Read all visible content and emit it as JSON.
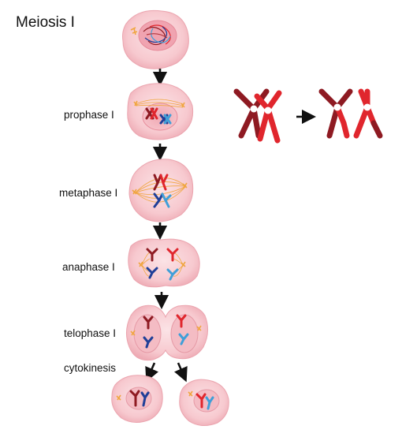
{
  "title": "Meiosis I",
  "stages": {
    "prophase": "prophase I",
    "metaphase": "metaphase I",
    "anaphase": "anaphase I",
    "telophase": "telophase I",
    "cytokinesis": "cytokinesis"
  },
  "colors": {
    "cell_fill": "#f7c9cf",
    "cell_edge": "#e59aa5",
    "nucleus_fill": "#f3b2bc",
    "maroon": "#8e1a22",
    "red": "#e0262d",
    "navy": "#1f3f98",
    "blue": "#3f9fd8",
    "spindle": "#f0a640",
    "centrosome": "#f6b84c",
    "arrow": "#111111"
  }
}
